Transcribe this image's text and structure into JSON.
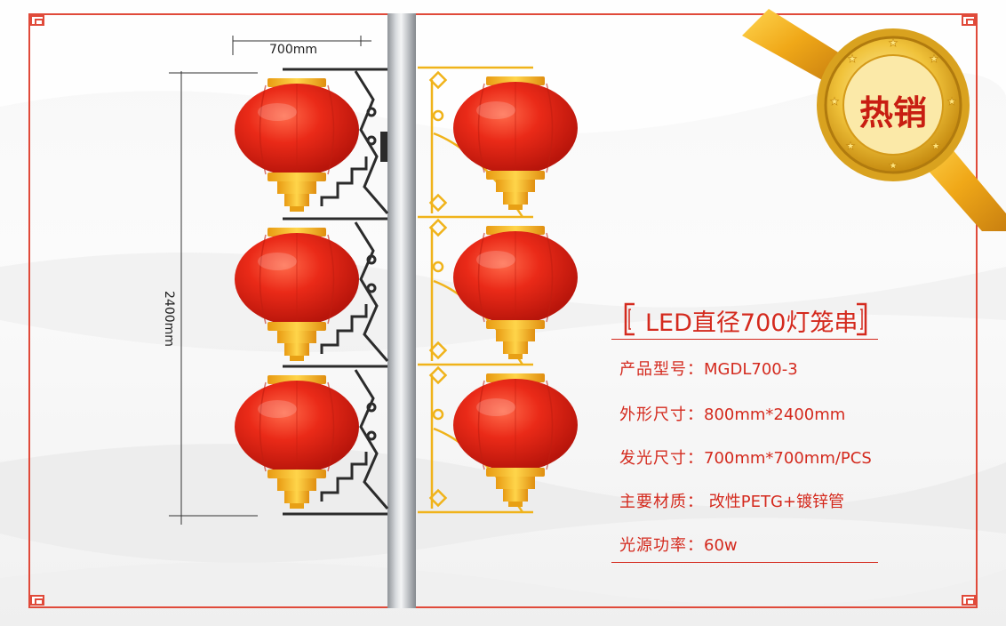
{
  "dimensions": {
    "width_label": "700mm",
    "height_label": "2400mm"
  },
  "badge": {
    "text": "热销"
  },
  "product": {
    "title": "LED直径700灯笼串"
  },
  "specs": [
    {
      "label": "产品型号：",
      "value": "MGDL700-3"
    },
    {
      "label": "外形尺寸：",
      "value": "800mm*2400mm"
    },
    {
      "label": "发光尺寸：",
      "value": "700mm*700mm/PCS"
    },
    {
      "label": "主要材质：",
      "value": " 改性PETG+镀锌管"
    },
    {
      "label": "光源功率：",
      "value": "60w"
    }
  ],
  "colors": {
    "accent_red": "#d42a1e",
    "frame_red": "#e04a3a",
    "lantern_red": "#e8281a",
    "gold": "#f2b51c"
  }
}
